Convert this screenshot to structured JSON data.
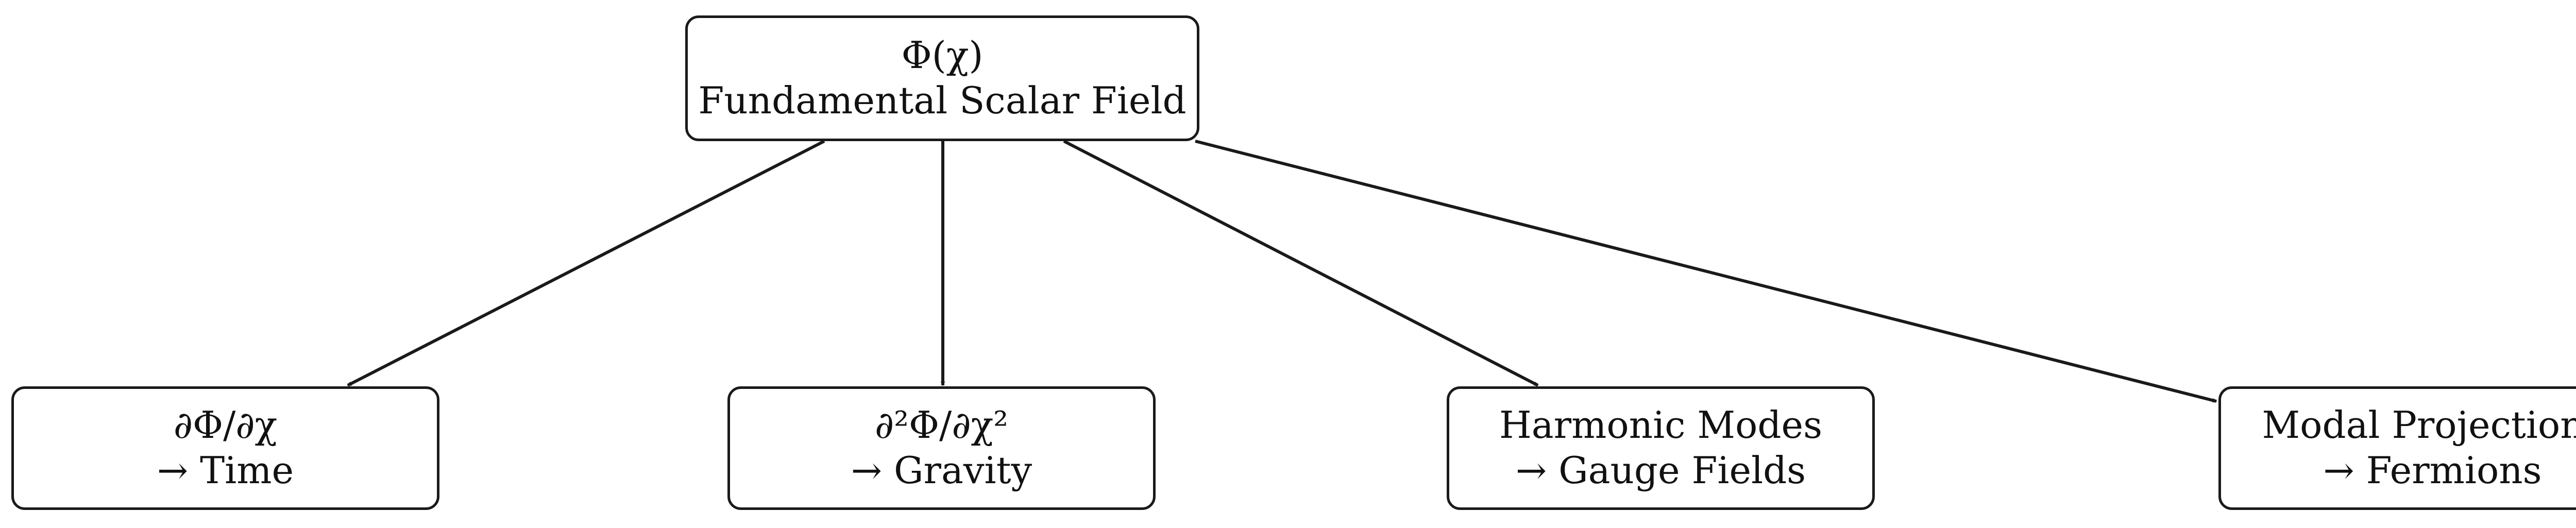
{
  "colors": {
    "stroke": "#1a1a1a",
    "background": "#ffffff",
    "text": "#111111"
  },
  "root": {
    "symbol": "Φ(χ)",
    "label": "Fundamental Scalar Field"
  },
  "children": [
    {
      "id": "time",
      "line1": "∂Φ/∂χ",
      "line2": "→ Time"
    },
    {
      "id": "gravity",
      "line1": "∂²Φ/∂χ²",
      "line2": "→ Gravity"
    },
    {
      "id": "gauge",
      "line1": "Harmonic Modes",
      "line2": "→ Gauge Fields"
    },
    {
      "id": "fermion",
      "line1": "Modal Projections",
      "line2": "→ Fermions"
    }
  ],
  "edges": [
    {
      "from": "root",
      "to": "time"
    },
    {
      "from": "root",
      "to": "gravity"
    },
    {
      "from": "root",
      "to": "gauge"
    },
    {
      "from": "root",
      "to": "fermion"
    }
  ]
}
